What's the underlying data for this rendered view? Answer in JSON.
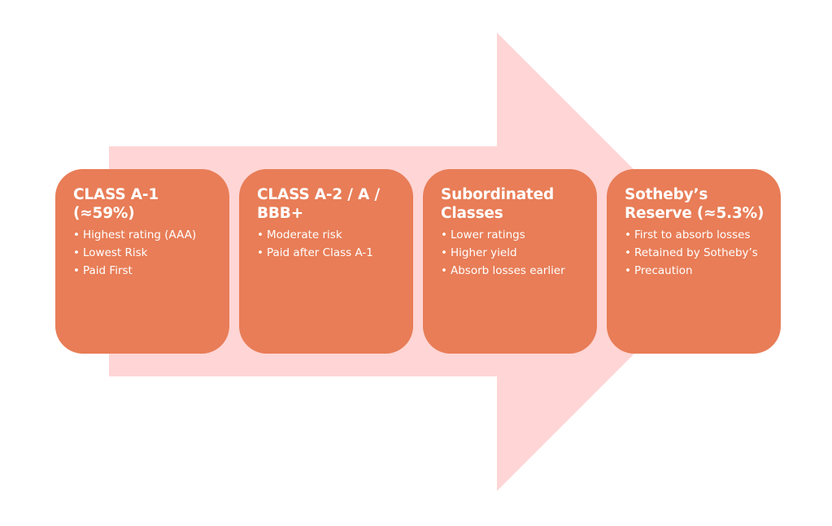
{
  "colors": {
    "arrow": "#FFD5D5",
    "box": "#E87D57",
    "text": "#FFFFFF",
    "background": "#FFFFFF"
  },
  "boxes": [
    {
      "title": "CLASS A-1 (≈59%)",
      "bullets": [
        "Highest rating (AAA)",
        "Lowest Risk",
        "Paid First"
      ]
    },
    {
      "title": "CLASS A-2 / A / BBB+",
      "bullets": [
        "Moderate risk",
        "Paid after Class A-1"
      ]
    },
    {
      "title": "Subordinated Classes",
      "bullets": [
        "Lower ratings",
        "Higher yield",
        "Absorb losses earlier"
      ]
    },
    {
      "title": "Sotheby’s Reserve (≈5.3%)",
      "bullets": [
        "First to absorb losses",
        "Retained by Sotheby’s",
        "Precaution"
      ]
    }
  ]
}
